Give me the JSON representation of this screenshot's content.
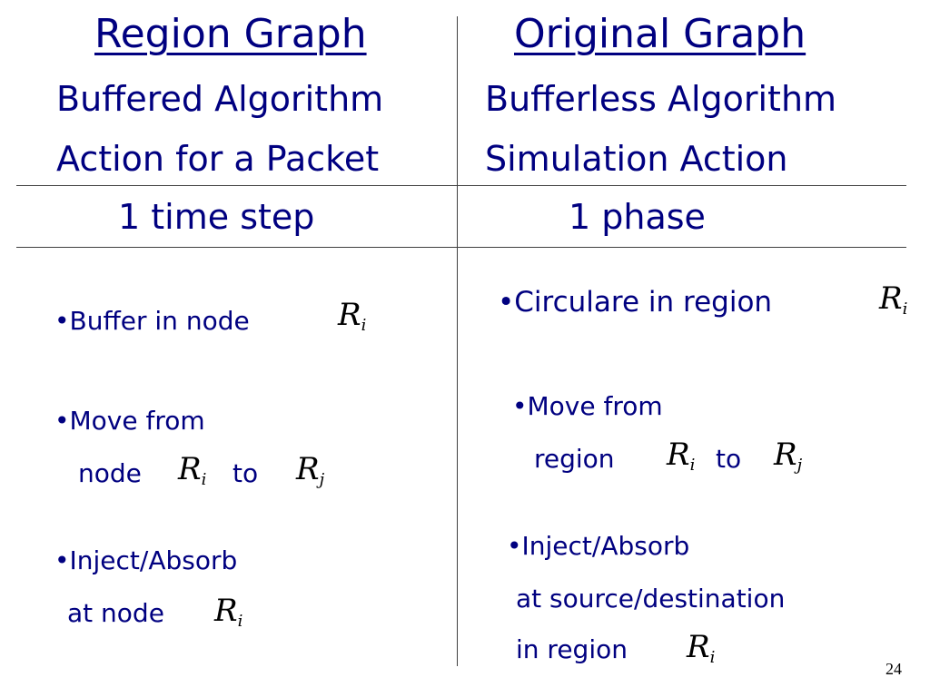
{
  "left": {
    "title": "Region Graph",
    "header1": "Buffered Algorithm",
    "header2": "Action for a Packet",
    "time": "1 time step",
    "item1": "•Buffer in node",
    "item2_line1": "•Move from",
    "item2_line2_a": "node",
    "item2_line2_b": "to",
    "item3_line1": "•Inject/Absorb",
    "item3_line2": "at node"
  },
  "right": {
    "title": "Original Graph",
    "header1": "Bufferless Algorithm",
    "header2": "Simulation Action",
    "time": "1 phase",
    "item1": "•Circulare in region",
    "item2_line1": "•Move from",
    "item2_line2_a": "region",
    "item2_line2_b": "to",
    "item3_line1": "•Inject/Absorb",
    "item3_line2": "at source/destination",
    "item3_line3": "in region"
  },
  "math": {
    "R": "R",
    "i": "i",
    "j": "j"
  },
  "page_number": "24"
}
